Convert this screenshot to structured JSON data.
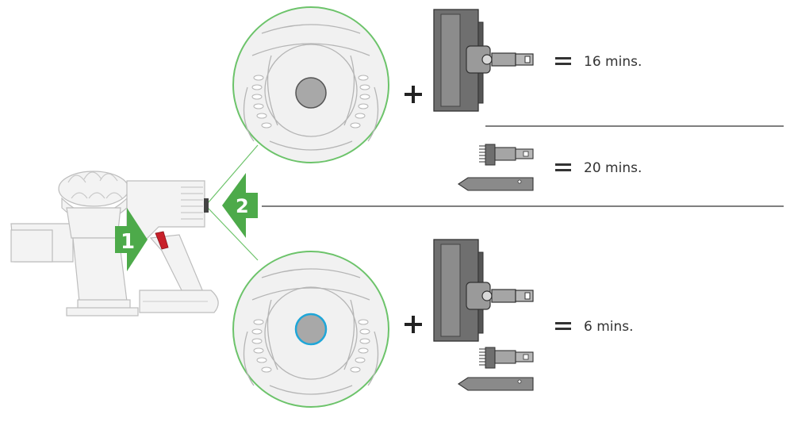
{
  "steps": {
    "step1": "1",
    "step2": "2"
  },
  "results": {
    "max_power_motorised": "16 mins.",
    "max_power_tools": "20 mins.",
    "boost_all": "6 mins."
  },
  "colors": {
    "accent_green": "#4daa4a",
    "line_green": "#6cc36a",
    "trigger_red": "#c8202a",
    "boost_blue": "#1fa6d8",
    "tool_grey": "#8a8a8a",
    "outline": "#555555"
  },
  "icons": {
    "switch_off": "switch-off-icon",
    "switch_on": "switch-on-boost-icon",
    "plus": "plus-icon",
    "equals": "equals-icon"
  }
}
